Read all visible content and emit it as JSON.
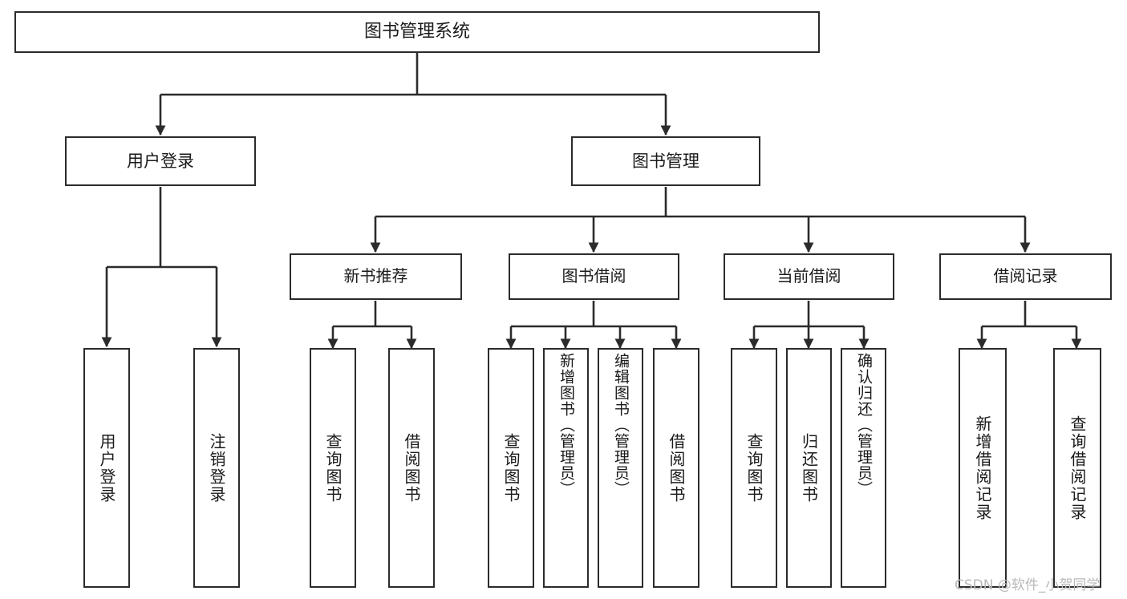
{
  "diagram": {
    "title": "图书管理系统",
    "type": "tree",
    "root": {
      "id": "root",
      "label": "图书管理系统"
    },
    "level2": [
      {
        "id": "user-login",
        "label": "用户登录"
      },
      {
        "id": "book-manage",
        "label": "图书管理"
      }
    ],
    "level3": [
      {
        "id": "new-book-rec",
        "label": "新书推荐",
        "parent": "book-manage"
      },
      {
        "id": "book-borrow",
        "label": "图书借阅",
        "parent": "book-manage"
      },
      {
        "id": "current-borrow",
        "label": "当前借阅",
        "parent": "book-manage"
      },
      {
        "id": "borrow-record",
        "label": "借阅记录",
        "parent": "book-manage"
      }
    ],
    "leaves": [
      {
        "id": "leaf-user-login",
        "label": "用户登录",
        "parent": "user-login"
      },
      {
        "id": "leaf-logout",
        "label": "注销登录",
        "parent": "user-login"
      },
      {
        "id": "leaf-query-book-1",
        "label": "查询图书",
        "parent": "new-book-rec"
      },
      {
        "id": "leaf-borrow-book-1",
        "label": "借阅图书",
        "parent": "new-book-rec"
      },
      {
        "id": "leaf-query-book-2",
        "label": "查询图书",
        "parent": "book-borrow"
      },
      {
        "id": "leaf-add-book",
        "label": "新增图书（管理员）",
        "parent": "book-borrow"
      },
      {
        "id": "leaf-edit-book",
        "label": "编辑图书（管理员）",
        "parent": "book-borrow"
      },
      {
        "id": "leaf-borrow-book-2",
        "label": "借阅图书",
        "parent": "book-borrow"
      },
      {
        "id": "leaf-query-book-3",
        "label": "查询图书",
        "parent": "current-borrow"
      },
      {
        "id": "leaf-return-book",
        "label": "归还图书",
        "parent": "current-borrow"
      },
      {
        "id": "leaf-confirm-return",
        "label": "确认归还（管理员）",
        "parent": "current-borrow"
      },
      {
        "id": "leaf-add-record",
        "label": "新增借阅记录",
        "parent": "borrow-record"
      },
      {
        "id": "leaf-query-record",
        "label": "查询借阅记录",
        "parent": "borrow-record"
      }
    ],
    "watermark": "CSDN @软件_小贺同学",
    "colors": {
      "stroke": "#2b2b2b",
      "background": "#ffffff",
      "text": "#1a1a1a",
      "watermark": "#b9b9b9"
    }
  }
}
